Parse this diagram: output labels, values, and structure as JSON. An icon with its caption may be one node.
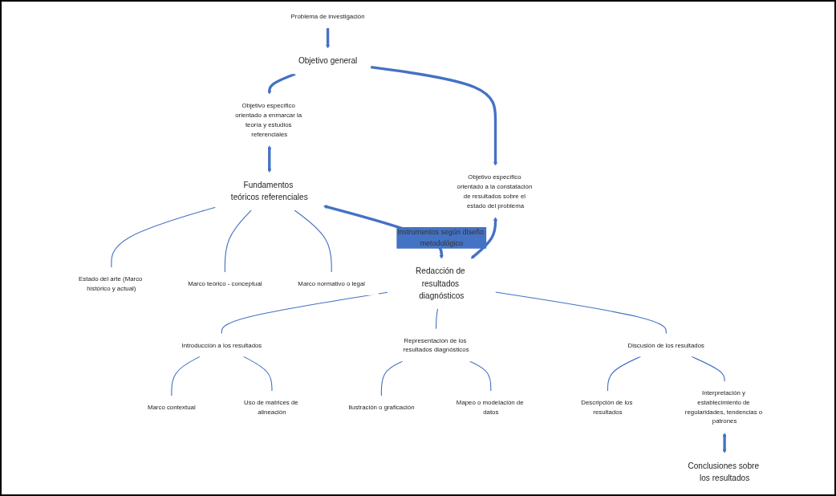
{
  "diagram": {
    "nodes": [
      {
        "text": [
          "Problema de investigación"
        ]
      },
      {
        "text": [
          "Objetivo general"
        ]
      },
      {
        "text": [
          "Objetivo específico orientado a enmarcar la teoría y estudios referenciales"
        ]
      },
      {
        "text": [
          "Objetivo específico orientado a la constatación de resultados sobre el estado del problema"
        ]
      },
      {
        "text": [
          "Estado del arte (Marco histórico y actual)"
        ]
      },
      {
        "text": [
          "Marco teórico - conceptual"
        ]
      },
      {
        "text": [
          "Marco normativo o legal"
        ]
      },
      {
        "text": [
          "Fundamentos teóricos referenciales"
        ]
      },
      {
        "text": [
          "Redacción de resultados diagnósticos"
        ]
      },
      {
        "text": [
          "Introducción a los resultados"
        ]
      },
      {
        "text": [
          "Marco contextual"
        ]
      },
      {
        "text": [
          "Uso de matrices de alineación"
        ]
      },
      {
        "text": [
          "Representación de los resultados diagnósticos"
        ]
      },
      {
        "text": [
          "Ilustración o graficación"
        ]
      },
      {
        "text": [
          "Mapeo o modelación de datos"
        ]
      },
      {
        "text": [
          "Discusión de los resultados"
        ]
      },
      {
        "text": [
          "Descripción de los resultados"
        ]
      },
      {
        "text": [
          "Interpretación y establecimiento de regularidades, tendencias o patrones"
        ]
      },
      {
        "text": [
          "Conclusiones sobre los resultados"
        ]
      }
    ],
    "edges": [
      {
        "from": 0,
        "to": 1,
        "arrow": "to",
        "style": "thick"
      },
      {
        "from": 1,
        "to": 2,
        "arrow": "to",
        "style": "thick"
      },
      {
        "from": 1,
        "to": 3,
        "arrow": "to",
        "style": "thick"
      },
      {
        "from": 2,
        "to": 7,
        "arrow": "both",
        "style": "thick"
      },
      {
        "from": 3,
        "to": 8,
        "arrow": "both",
        "style": "thick"
      },
      {
        "from": 7,
        "to": 8,
        "label": "Instrumentos según diseño metodológico",
        "arrow": "both",
        "style": "thick"
      },
      {
        "from": 7,
        "to": 4,
        "arrow": "none"
      },
      {
        "from": 7,
        "to": 5,
        "arrow": "none"
      },
      {
        "from": 7,
        "to": 6,
        "arrow": "none"
      },
      {
        "from": 8,
        "to": 9,
        "arrow": "none"
      },
      {
        "from": 8,
        "to": 12,
        "arrow": "none"
      },
      {
        "from": 8,
        "to": 15,
        "arrow": "none"
      },
      {
        "from": 9,
        "to": 10,
        "arrow": "none"
      },
      {
        "from": 9,
        "to": 11,
        "arrow": "none"
      },
      {
        "from": 12,
        "to": 13,
        "arrow": "none"
      },
      {
        "from": 12,
        "to": 14,
        "arrow": "none"
      },
      {
        "from": 15,
        "to": 16,
        "arrow": "none"
      },
      {
        "from": 15,
        "to": 17,
        "arrow": "none"
      },
      {
        "from": 17,
        "to": 18,
        "arrow": "both",
        "style": "thick"
      }
    ]
  }
}
